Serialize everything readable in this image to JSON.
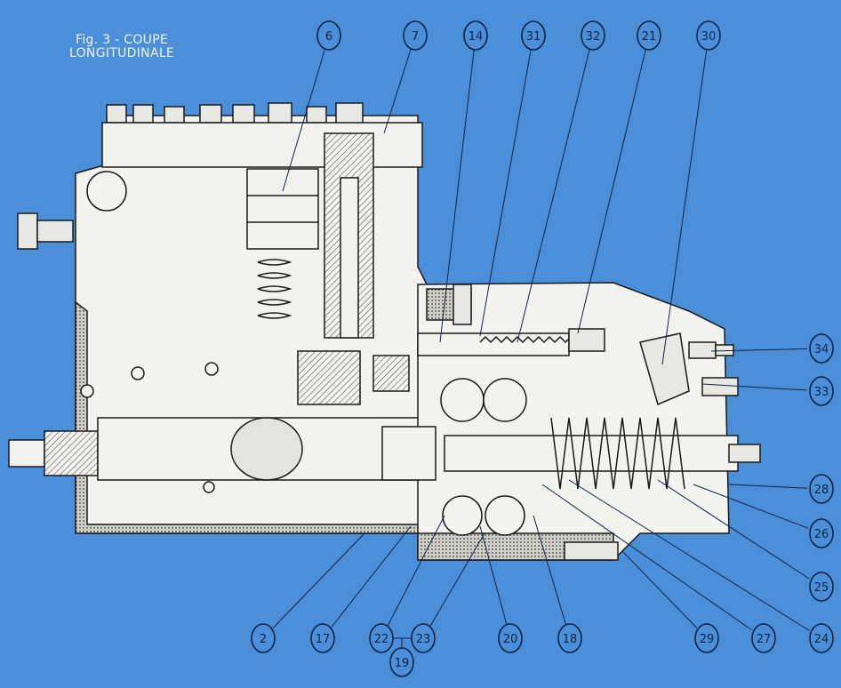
{
  "figure": {
    "title_line1": "Fig. 3 - COUPE",
    "title_line2": "LONGITUDINALE"
  },
  "colors": {
    "background": "#4b8fd8",
    "body": "#f2f2ee",
    "section": "#bdbdb6",
    "ink": "#0f2448"
  },
  "callouts": [
    {
      "label": "6",
      "side": "top"
    },
    {
      "label": "7",
      "side": "top"
    },
    {
      "label": "14",
      "side": "top"
    },
    {
      "label": "31",
      "side": "top"
    },
    {
      "label": "32",
      "side": "top"
    },
    {
      "label": "21",
      "side": "top"
    },
    {
      "label": "30",
      "side": "top"
    },
    {
      "label": "34",
      "side": "right"
    },
    {
      "label": "33",
      "side": "right"
    },
    {
      "label": "28",
      "side": "right"
    },
    {
      "label": "26",
      "side": "right"
    },
    {
      "label": "25",
      "side": "right"
    },
    {
      "label": "24",
      "side": "right"
    },
    {
      "label": "2",
      "side": "bottom"
    },
    {
      "label": "17",
      "side": "bottom"
    },
    {
      "label": "22",
      "side": "bottom"
    },
    {
      "label": "23",
      "side": "bottom"
    },
    {
      "label": "19",
      "side": "bottom"
    },
    {
      "label": "20",
      "side": "bottom"
    },
    {
      "label": "18",
      "side": "bottom"
    },
    {
      "label": "29",
      "side": "bottom"
    },
    {
      "label": "27",
      "side": "bottom"
    }
  ]
}
